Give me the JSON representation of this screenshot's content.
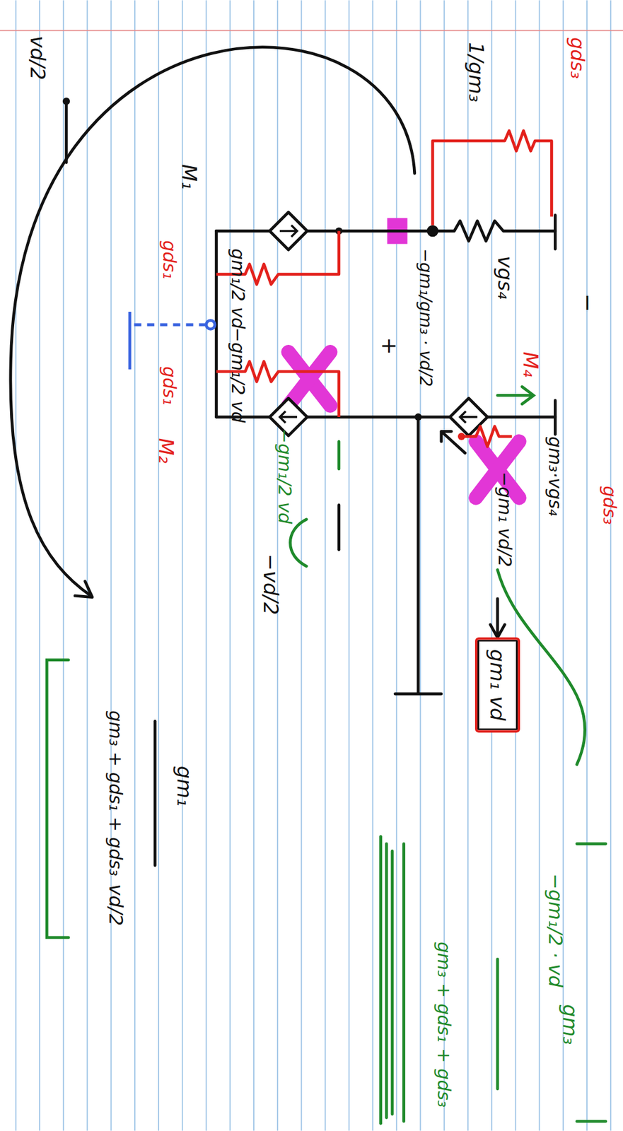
{
  "diagram": {
    "nodes": [
      {
        "text": [
          "gm₁ vd"
        ]
      }
    ],
    "labels": [
      "vd/2",
      "gds₃",
      "1/gm₃",
      "vgs₄",
      "−",
      "M₁",
      "gds₁",
      "gm₁/2 vd",
      "−gm₁/gm₃ · vd/2",
      "+",
      "−gm₁/2 vd",
      "gds₁",
      "M₄",
      "M₂",
      "gm₃·vgs₄",
      "−gm₁ vd/2",
      "gds₃",
      "−gm₁/2 vd",
      "−vd/2",
      "gm₁",
      "gm₃ + gds₁ + gds₃",
      "vd/2",
      "−gm₁/2 · vd",
      "gm₃",
      "gm₃ + gds₁ + gds₃"
    ]
  }
}
